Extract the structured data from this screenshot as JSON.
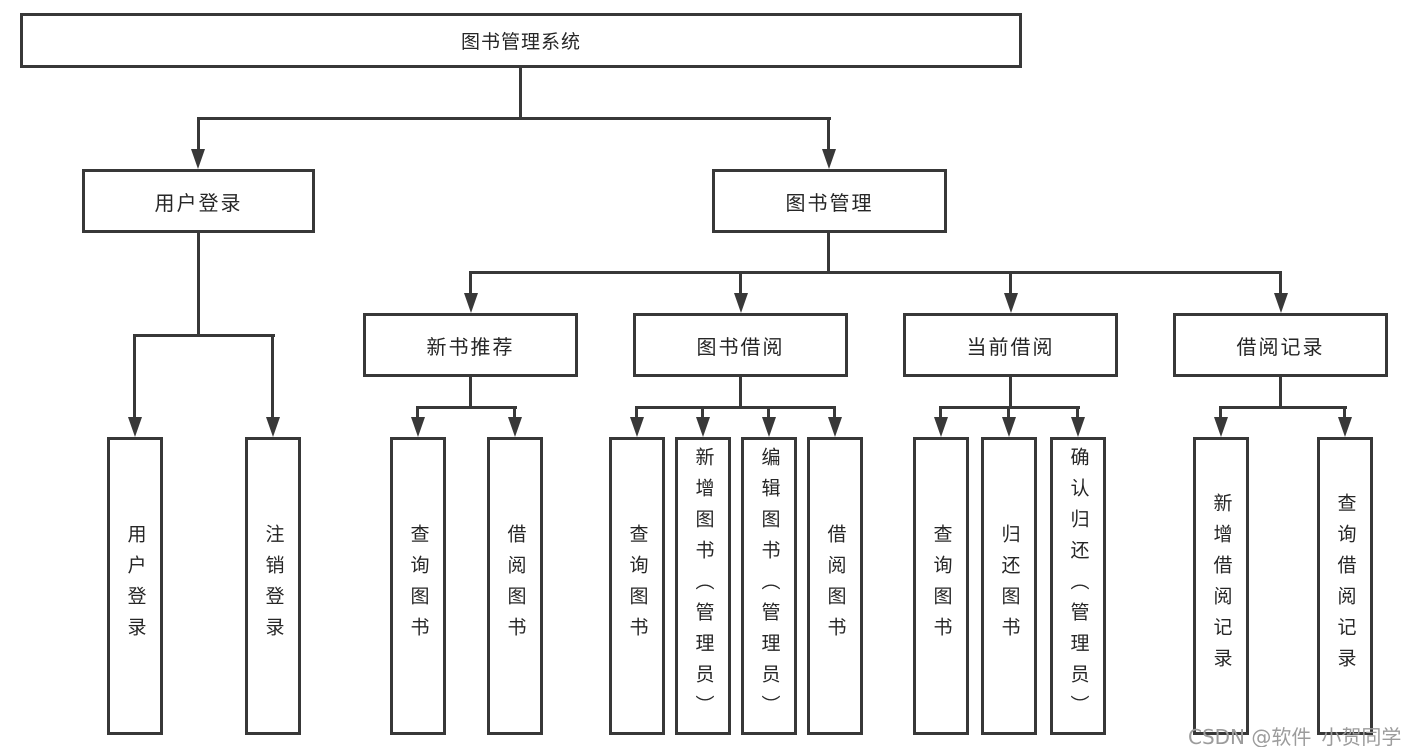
{
  "diagram": {
    "root": {
      "label": "图书管理系统"
    },
    "level2": [
      {
        "id": "user-login",
        "label": "用户登录"
      },
      {
        "id": "book-management",
        "label": "图书管理"
      }
    ],
    "level3": [
      {
        "id": "new-book-recommend",
        "label": "新书推荐"
      },
      {
        "id": "book-borrow",
        "label": "图书借阅"
      },
      {
        "id": "current-borrow",
        "label": "当前借阅"
      },
      {
        "id": "borrow-records",
        "label": "借阅记录"
      }
    ],
    "leaves": {
      "user_login": [
        "用户登录",
        "注销登录"
      ],
      "new_book_recommend": [
        "查询图书",
        "借阅图书"
      ],
      "book_borrow": [
        "查询图书",
        "新增图书（管理员）",
        "编辑图书（管理员）",
        "借阅图书"
      ],
      "current_borrow": [
        "查询图书",
        "归还图书",
        "确认归还（管理员）"
      ],
      "borrow_records": [
        "新增借阅记录",
        "查询借阅记录"
      ]
    }
  },
  "watermark": {
    "text": "CSDN @软件_小贺同学"
  },
  "colors": {
    "line": "#383838",
    "box_border": "#383838",
    "box_background": "#ffffff",
    "text": "#262626",
    "watermark": "#9c9c9c"
  }
}
